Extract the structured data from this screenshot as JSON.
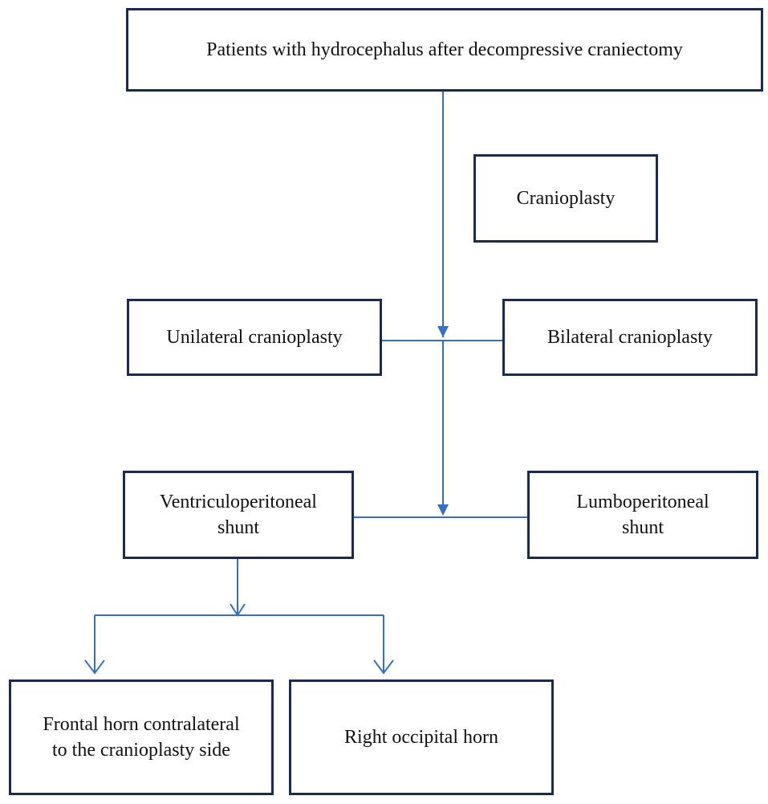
{
  "colors": {
    "box_border": "#1b2b4d",
    "connector": "#3a6fc0",
    "text": "#111111"
  },
  "nodes": {
    "top": "Patients with hydrocephalus after decompressive craniectomy",
    "cranioplasty": "Cranioplasty",
    "unilateral": "Unilateral cranioplasty",
    "bilateral": "Bilateral cranioplasty",
    "vp_shunt_line1": "Ventriculoperitoneal",
    "vp_shunt_line2": "shunt",
    "lp_shunt_line1": "Lumboperitoneal",
    "lp_shunt_line2": "shunt",
    "frontal_line1": "Frontal horn contralateral",
    "frontal_line2": "to the cranioplasty side",
    "occipital": "Right occipital horn"
  }
}
